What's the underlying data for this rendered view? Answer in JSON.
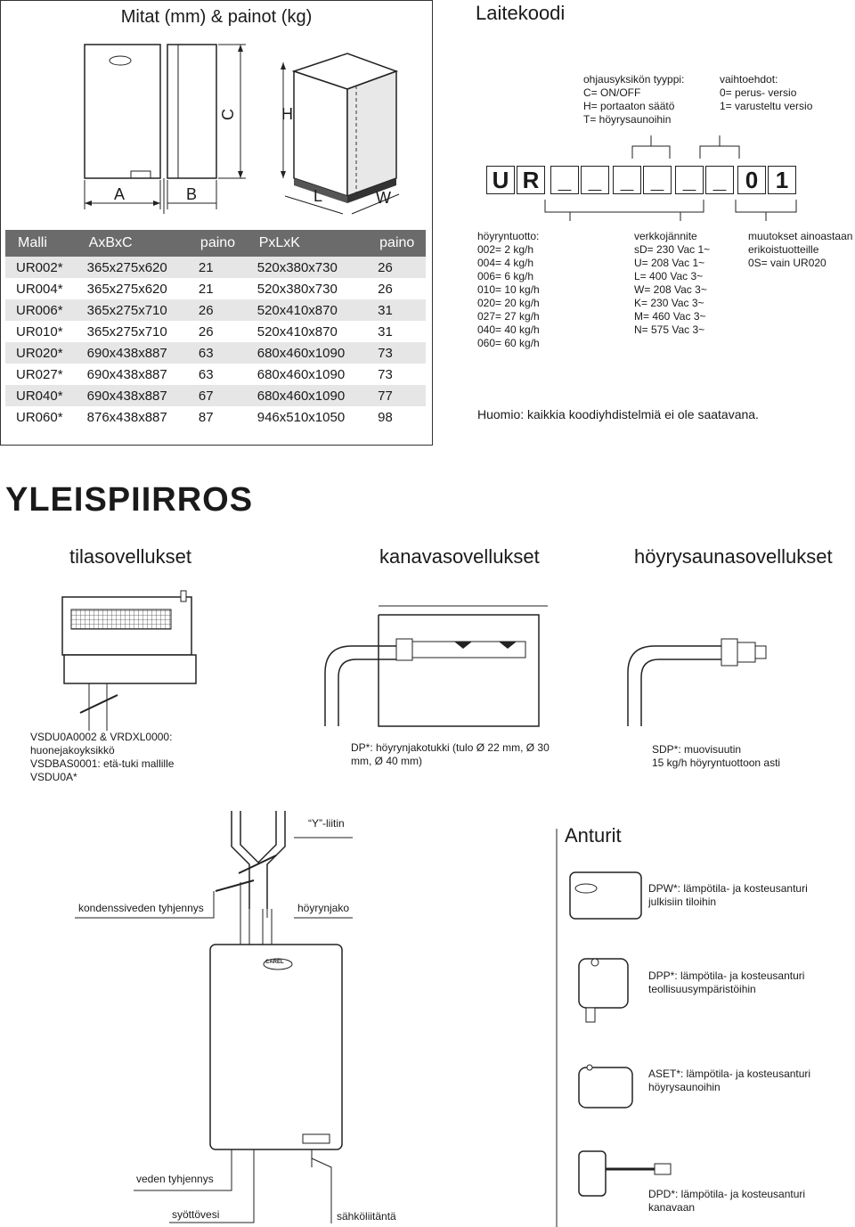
{
  "dimensions": {
    "title": "Mitat (mm) & painot (kg)",
    "drawing_labels": {
      "a": "A",
      "b": "B",
      "c": "C",
      "h": "H",
      "l": "L",
      "w": "W"
    },
    "table": {
      "headers": [
        "Malli",
        "AxBxC",
        "paino",
        "PxLxK",
        "paino"
      ],
      "rows": [
        [
          "UR002*",
          "365x275x620",
          "21",
          "520x380x730",
          "26"
        ],
        [
          "UR004*",
          "365x275x620",
          "21",
          "520x380x730",
          "26"
        ],
        [
          "UR006*",
          "365x275x710",
          "26",
          "520x410x870",
          "31"
        ],
        [
          "UR010*",
          "365x275x710",
          "26",
          "520x410x870",
          "31"
        ],
        [
          "UR020*",
          "690x438x887",
          "63",
          "680x460x1090",
          "73"
        ],
        [
          "UR027*",
          "690x438x887",
          "63",
          "680x460x1090",
          "73"
        ],
        [
          "UR040*",
          "690x438x887",
          "67",
          "680x460x1090",
          "77"
        ],
        [
          "UR060*",
          "876x438x887",
          "87",
          "946x510x1050",
          "98"
        ]
      ]
    }
  },
  "device_code": {
    "title": "Laitekoodi",
    "control_type": "ohjausyksikön tyyppi:\nC= ON/OFF\nH= portaaton säätö\nT= höyrysaunoihin",
    "options": "vaihtoehdot:\n0= perus- versio\n1= varusteltu versio",
    "code_chars": [
      "U",
      "R",
      "_",
      "_",
      "_",
      "_",
      "_",
      "_",
      "0",
      "1"
    ],
    "steam_output": "höyryntuotto:\n002= 2 kg/h\n004= 4 kg/h\n006= 6 kg/h\n010= 10 kg/h\n020= 20 kg/h\n027= 27 kg/h\n040= 40 kg/h\n060= 60 kg/h",
    "voltage": "verkkojännite\nsD= 230 Vac 1~\nU= 208 Vac 1~\nL= 400 Vac 3~\nW= 208 Vac 3~\nK= 230 Vac 3~\nM= 460 Vac 3~\nN= 575 Vac 3~",
    "special": "muutokset ainoastaan\nerikoistuotteille\n0S= vain UR020",
    "note": "Huomio: kaikkia koodiyhdistelmiä ei ole saatavana."
  },
  "overview": {
    "title": "YLEISPIIRROS",
    "sections": [
      "tilasovellukset",
      "kanavasovellukset",
      "höyrysaunasovellukset"
    ],
    "room_caption": "VSDU0A0002 & VRDXL0000:\nhuonejakoyksikkö\nVSDBAS0001: etä-tuki mallille\nVSDU0A*",
    "duct_caption": "DP*:  höyrynjakotukki (tulo Ø 22 mm, Ø 30\nmm, Ø 40 mm)",
    "sauna_caption": "SDP*:  muovisuutin\n15 kg/h höyryntuottoon asti",
    "y_connector": "“Y”-liitin",
    "condensate": "kondenssiveden tyhjennys",
    "steam_dist": "höyrynjako",
    "water_drain": "veden tyhjennys",
    "supply_water": "syöttövesi",
    "electrical": "sähköliitäntä",
    "carel": "CAREL"
  },
  "sensors": {
    "title": "Anturit",
    "items": [
      "DPW*: lämpötila- ja kosteusanturi\njulkisiin tiloihin",
      "DPP*: lämpötila- ja kosteusanturi\nteollisuusympäristöihin",
      "ASET*: lämpötila- ja kosteusanturi\nhöyrysaunoihin",
      "DPD*: lämpötila- ja kosteusanturi\nkanavaan"
    ]
  }
}
